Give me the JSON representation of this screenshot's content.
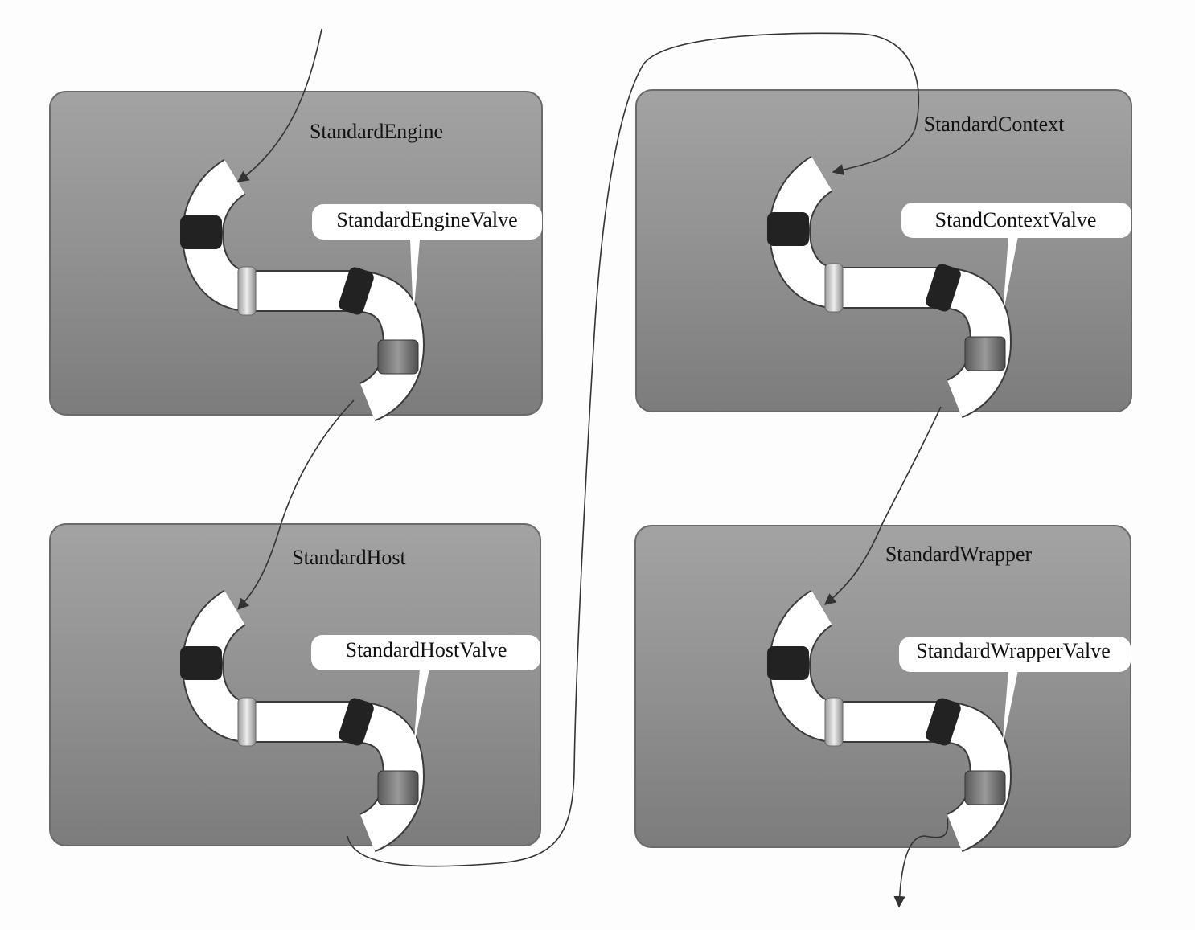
{
  "panels": [
    {
      "id": "engine",
      "title": "StandardEngine",
      "valve_label": "StandardEngineValve"
    },
    {
      "id": "context",
      "title": "StandardContext",
      "valve_label": "StandContextValve"
    },
    {
      "id": "host",
      "title": "StandardHost",
      "valve_label": "StandardHostValve"
    },
    {
      "id": "wrapper",
      "title": "StandardWrapper",
      "valve_label": "StandardWrapperValve"
    }
  ],
  "colors": {
    "panel_top": "#a2a2a2",
    "panel_bottom": "#808080",
    "panel_border": "#6a6a6a",
    "pipe": "#ffffff",
    "pipe_outline": "#3a3a3a",
    "ring_dark": "#222222",
    "ring_light": "#cfcfcf",
    "ring_valve": "#7a7a7a",
    "flow_line": "#333333"
  }
}
